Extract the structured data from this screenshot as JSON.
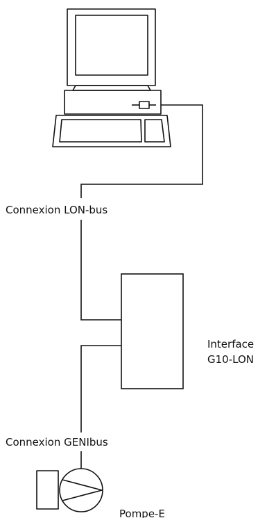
{
  "labels": {
    "lon_bus": "Connexion LON-bus",
    "interface_line1": "Interface",
    "interface_line2": "G10-LON",
    "genibus": "Connexion GENIbus",
    "pump": "Pompe-E"
  },
  "colors": {
    "stroke": "#111111",
    "background": "#ffffff"
  }
}
